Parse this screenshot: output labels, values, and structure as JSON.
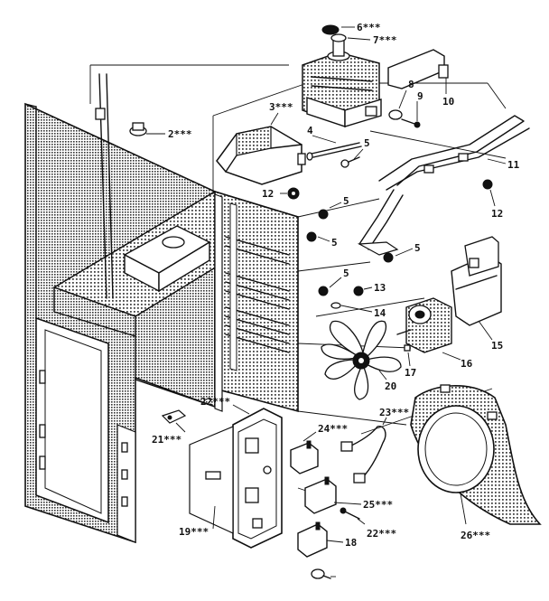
{
  "callouts": [
    {
      "id": "c1",
      "text": "6***"
    },
    {
      "id": "c2",
      "text": "7***"
    },
    {
      "id": "c3",
      "text": "2***"
    },
    {
      "id": "c4",
      "text": "3***"
    },
    {
      "id": "c5",
      "text": "4"
    },
    {
      "id": "c6",
      "text": "5"
    },
    {
      "id": "c7",
      "text": "8"
    },
    {
      "id": "c8",
      "text": "9"
    },
    {
      "id": "c9",
      "text": "10"
    },
    {
      "id": "c10",
      "text": "11"
    },
    {
      "id": "c11",
      "text": "12"
    },
    {
      "id": "c12",
      "text": "12"
    },
    {
      "id": "c13",
      "text": "5"
    },
    {
      "id": "c14",
      "text": "5"
    },
    {
      "id": "c15",
      "text": "5"
    },
    {
      "id": "c16",
      "text": "5"
    },
    {
      "id": "c17",
      "text": "13"
    },
    {
      "id": "c18",
      "text": "14"
    },
    {
      "id": "c19",
      "text": "15"
    },
    {
      "id": "c20",
      "text": "16"
    },
    {
      "id": "c21",
      "text": "17"
    },
    {
      "id": "c22",
      "text": "20"
    },
    {
      "id": "c23",
      "text": "23***"
    },
    {
      "id": "c24",
      "text": "22***"
    },
    {
      "id": "c25",
      "text": "24***"
    },
    {
      "id": "c26",
      "text": "21***"
    },
    {
      "id": "c27",
      "text": "25***"
    },
    {
      "id": "c28",
      "text": "19***"
    },
    {
      "id": "c29",
      "text": "22***"
    },
    {
      "id": "c30",
      "text": "18"
    },
    {
      "id": "c31",
      "text": "26***"
    }
  ]
}
